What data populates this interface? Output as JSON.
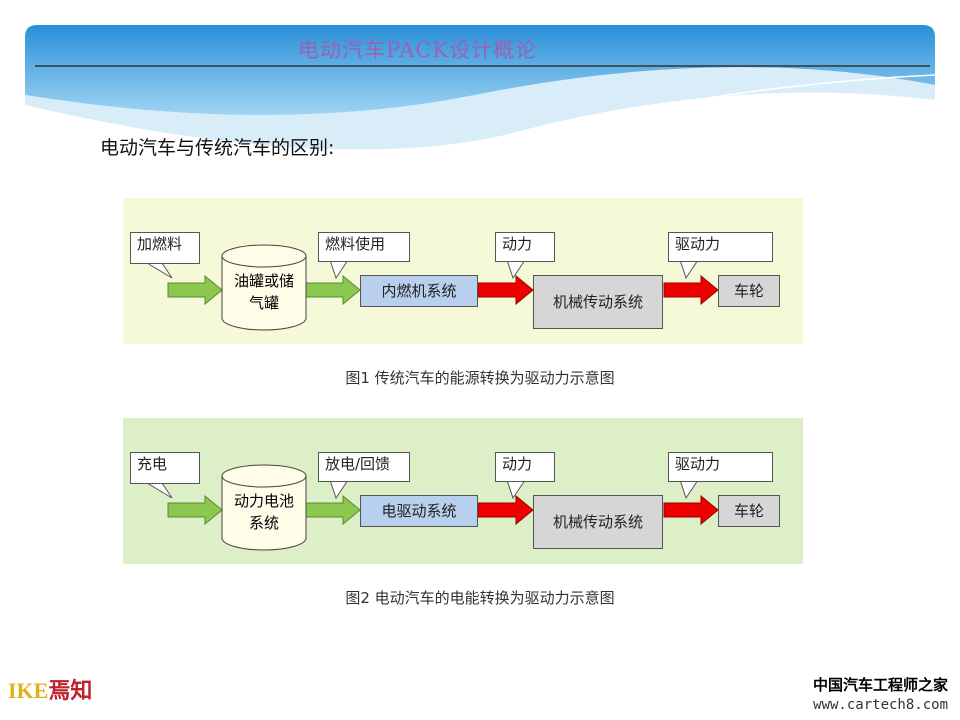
{
  "header": {
    "title": "电动汽车PACK设计概论"
  },
  "subtitle": "电动汽车与传统汽车的区别:",
  "diagrams": [
    {
      "callouts": [
        "加燃料",
        "燃料使用",
        "动力",
        "驱动力"
      ],
      "storage": "油罐或储气罐",
      "system": "内燃机系统",
      "transmission": "机械传动系统",
      "wheel": "车轮",
      "caption": "图1  传统汽车的能源转换为驱动力示意图",
      "panel_color": "#f6f9d8"
    },
    {
      "callouts": [
        "充电",
        "放电/回馈",
        "动力",
        "驱动力"
      ],
      "storage": "动力电池系统",
      "system": "电驱动系统",
      "transmission": "机械传动系统",
      "wheel": "车轮",
      "caption": "图2  电动汽车的电能转换为驱动力示意图",
      "panel_color": "#dcefc7"
    }
  ],
  "footer": {
    "logo_latin": "IKE",
    "logo_cn": "焉知",
    "site_name": "中国汽车工程师之家",
    "site_url": "www.cartech8.com"
  }
}
